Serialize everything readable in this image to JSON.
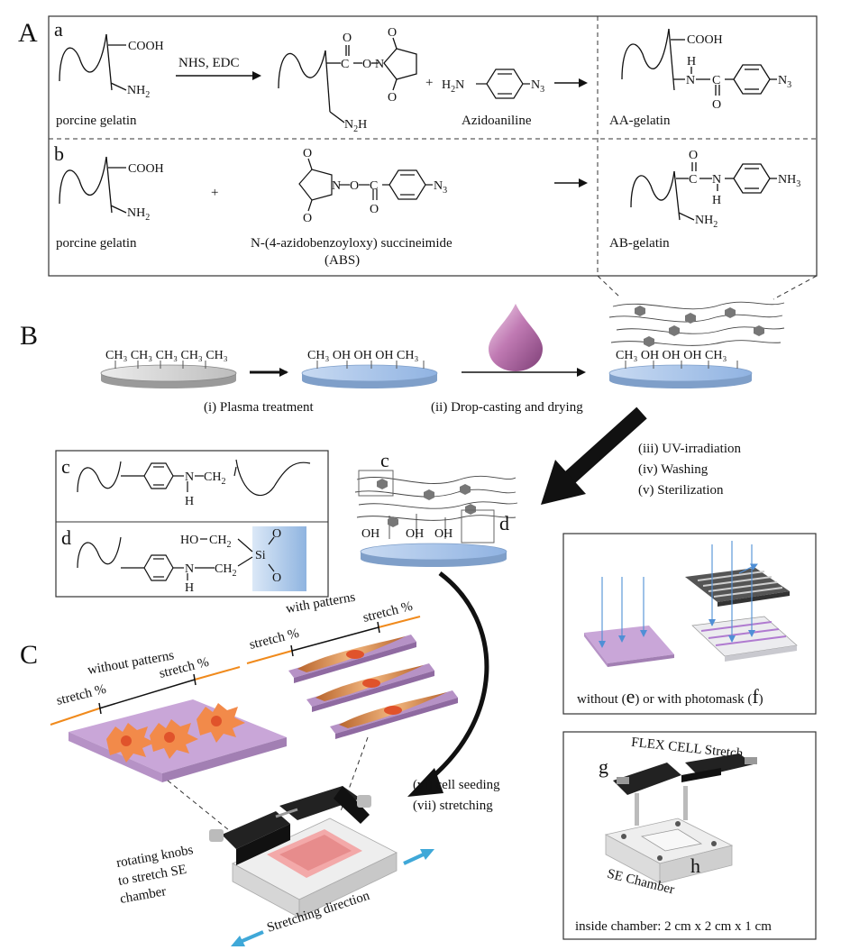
{
  "panel_A": {
    "letter": "A",
    "row_a": {
      "letter": "a",
      "cooh": "COOH",
      "nh": "NH",
      "sub2": "2",
      "reagents": "NHS, EDC",
      "ester_c": "C",
      "ester_o": "O",
      "ester_n": "N",
      "carbonyl_o": "O",
      "nh2_amine": "N",
      "h_after": "H",
      "plus": "+",
      "azido_h": "H",
      "azido_n": "N",
      "azido_n3": "N",
      "sub3": "3",
      "gelatin_label": "porcine gelatin",
      "azido_label": "Azidoaniline",
      "product_label": "AA-gelatin",
      "product_cooh": "COOH",
      "product_h": "H",
      "product_n": "N",
      "product_c": "C",
      "product_o": "O"
    },
    "row_b": {
      "letter": "b",
      "cooh": "COOH",
      "nh": "NH",
      "sub2": "2",
      "plus": "+",
      "gelatin_label": "porcine gelatin",
      "abs_label_1": "N-(4-azidobenzoyloxy) succineimide",
      "abs_label_2": "(ABS)",
      "o": "O",
      "n": "N",
      "c": "C",
      "n3": "N",
      "sub3": "3",
      "product_label": "AB-gelatin",
      "product_nh3": "NH",
      "product_h": "H",
      "product_n": "N",
      "product_c": "C",
      "product_o": "O"
    }
  },
  "panel_B": {
    "letter": "B",
    "surface_1": "CH₃ CH₃ CH₃ CH₃ CH₃",
    "surface_2": "CH₃ OH OH OH CH₃",
    "surface_3": "CH₃ OH OH OH CH₃",
    "step_1": "(i) Plasma treatment",
    "step_2": "(ii) Drop-casting and drying",
    "step_3": "(iii) UV-irradiation",
    "step_4": "(iv) Washing",
    "step_5": "(v) Sterilization",
    "oh": "OH",
    "label_c": "c",
    "label_d": "d"
  },
  "box_cd": {
    "c": {
      "letter": "c",
      "n": "N",
      "ch2": "CH",
      "sub2": "2",
      "h": "H"
    },
    "d": {
      "letter": "d",
      "ho": "HO",
      "ch2": "CH",
      "sub2": "2",
      "si": "Si",
      "o": "O",
      "n": "N",
      "h": "H"
    }
  },
  "panel_ef": {
    "caption_a": "without (",
    "e": "e",
    "caption_b": ") or with photomask (",
    "f": "f",
    "caption_c": ")"
  },
  "panel_gh": {
    "g": "g",
    "h": "h",
    "title": "FLEX CELL Stretch",
    "chamber": "SE Chamber",
    "inside": "inside chamber: 2 cm x 2 cm x 1 cm"
  },
  "panel_C": {
    "letter": "C",
    "without_patterns": "without patterns",
    "with_patterns": "with patterns",
    "stretch": "stretch %",
    "step_6": "(vi) cell seeding",
    "step_7": "(vii) stretching",
    "knobs_1": "rotating knobs",
    "knobs_2": "to stretch SE",
    "knobs_3": "chamber",
    "direction": "Stretching direction"
  },
  "colors": {
    "substrate_blue": "#a9c3e6",
    "substrate_grey": "#d8d8d8",
    "drop_purple": "#b46aa5",
    "film_purple": "#c9a6d8",
    "cell_orange": "#f07a3a",
    "stretch_orange": "#f08a1c",
    "arrow_cyan": "#3fa8d8",
    "uv_blue": "#4f8fd6"
  }
}
